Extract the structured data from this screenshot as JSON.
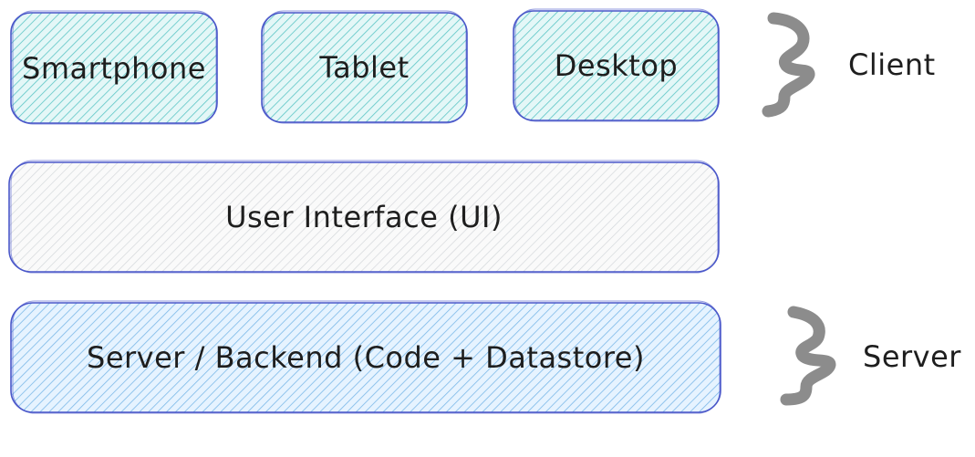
{
  "devices": [
    {
      "label": "Smartphone"
    },
    {
      "label": "Tablet"
    },
    {
      "label": "Desktop"
    }
  ],
  "ui_layer": {
    "label": "User Interface (UI)"
  },
  "server_layer": {
    "label": "Server / Backend (Code + Datastore)"
  },
  "braces": {
    "client_label": "Client",
    "server_label": "Server"
  },
  "colors": {
    "device_fill": "#a5e6e6",
    "ui_fill": "#e9ecef",
    "server_fill": "#a5d8ff",
    "stroke": "#4a57c9",
    "brace": "#8c8c8c",
    "text": "#1e1e1e"
  }
}
